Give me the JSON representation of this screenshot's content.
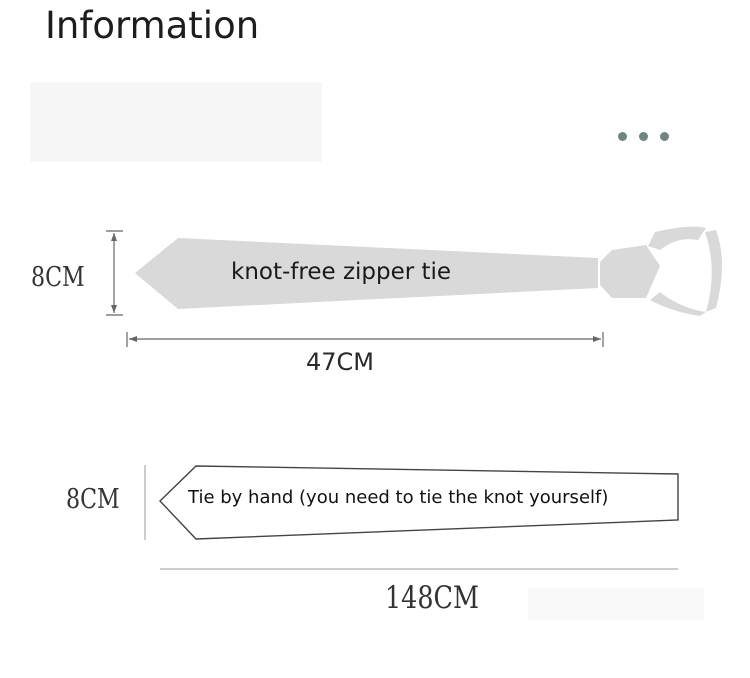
{
  "header": {
    "title": "Information"
  },
  "zipper_tie": {
    "width_label": "8CM",
    "length_label": "47CM",
    "text": "knot-free zipper tie",
    "fill_color": "#d9d9d9"
  },
  "hand_tie": {
    "width_label": "8CM",
    "length_label": "148CM",
    "text": "Tie by hand (you need to tie the knot yourself)"
  },
  "menu": {
    "icon": "more-dots-icon",
    "color": "#6f8584"
  }
}
